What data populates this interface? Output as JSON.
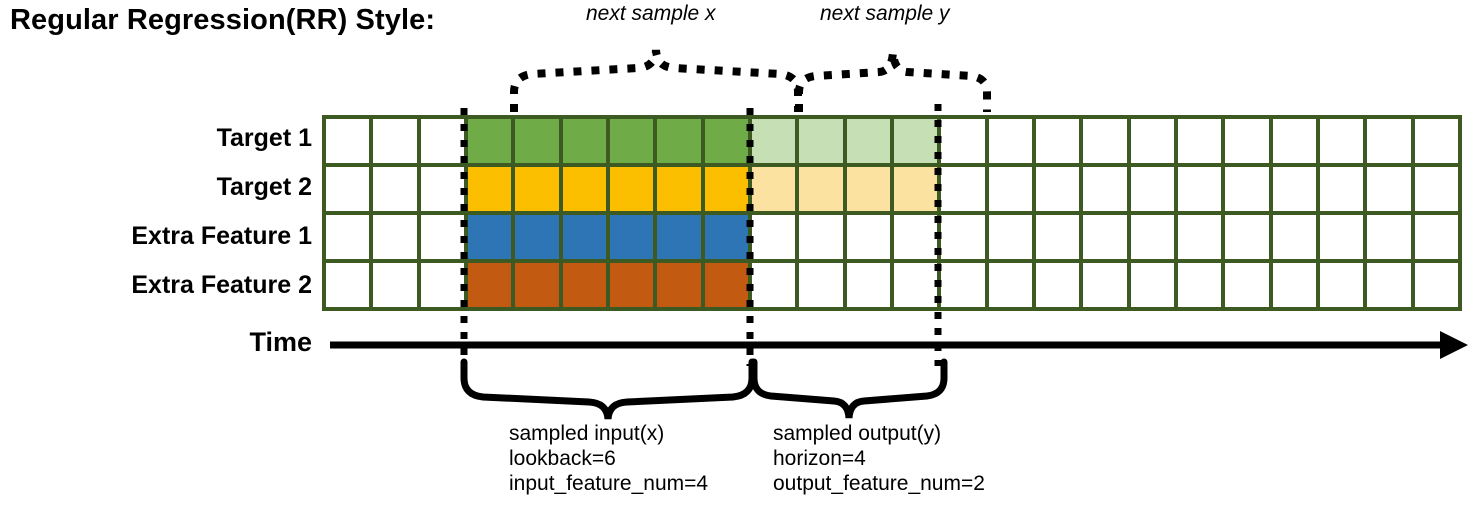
{
  "title": "Regular Regression(RR) Style:",
  "rows": [
    {
      "label": "Target 1",
      "name": "target-1"
    },
    {
      "label": "Target 2",
      "name": "target-2"
    },
    {
      "label": "Extra Feature 1",
      "name": "extra-feature-1"
    },
    {
      "label": "Extra Feature 2",
      "name": "extra-feature-2"
    }
  ],
  "time_axis_label": "Time",
  "annotations": {
    "next_sample_x": "next sample x",
    "next_sample_y": "next sample y",
    "input": {
      "title": "sampled input(x)",
      "line2": "lookback=6",
      "line3": "input_feature_num=4"
    },
    "output": {
      "title": "sampled output(y)",
      "line2": "horizon=4",
      "line3": "output_feature_num=2"
    }
  },
  "grid": {
    "columns": 24,
    "rows": 4,
    "input_start_col": 3,
    "input_len": 6,
    "output_start_col": 9,
    "output_len": 4,
    "border_color": "#3C5A22",
    "cells": [
      [
        "w",
        "w",
        "w",
        "green",
        "green",
        "green",
        "green",
        "green",
        "green",
        "green-l",
        "green-l",
        "green-l",
        "green-l",
        "w",
        "w",
        "w",
        "w",
        "w",
        "w",
        "w",
        "w",
        "w",
        "w",
        "w"
      ],
      [
        "w",
        "w",
        "w",
        "gold",
        "gold",
        "gold",
        "gold",
        "gold",
        "gold",
        "gold-l",
        "gold-l",
        "gold-l",
        "gold-l",
        "w",
        "w",
        "w",
        "w",
        "w",
        "w",
        "w",
        "w",
        "w",
        "w",
        "w"
      ],
      [
        "w",
        "w",
        "w",
        "blue",
        "blue",
        "blue",
        "blue",
        "blue",
        "blue",
        "w",
        "w",
        "w",
        "w",
        "w",
        "w",
        "w",
        "w",
        "w",
        "w",
        "w",
        "w",
        "w",
        "w",
        "w"
      ],
      [
        "w",
        "w",
        "w",
        "orange",
        "orange",
        "orange",
        "orange",
        "orange",
        "orange",
        "w",
        "w",
        "w",
        "w",
        "w",
        "w",
        "w",
        "w",
        "w",
        "w",
        "w",
        "w",
        "w",
        "w",
        "w"
      ]
    ]
  },
  "colors": {
    "green": "#6FAB46",
    "green_light": "#C6DFB4",
    "gold": "#FCBF00",
    "gold_light": "#FCE2A0",
    "blue": "#2E75B6",
    "orange": "#C35A11",
    "grid_border": "#3C5A22",
    "line": "#000000"
  }
}
